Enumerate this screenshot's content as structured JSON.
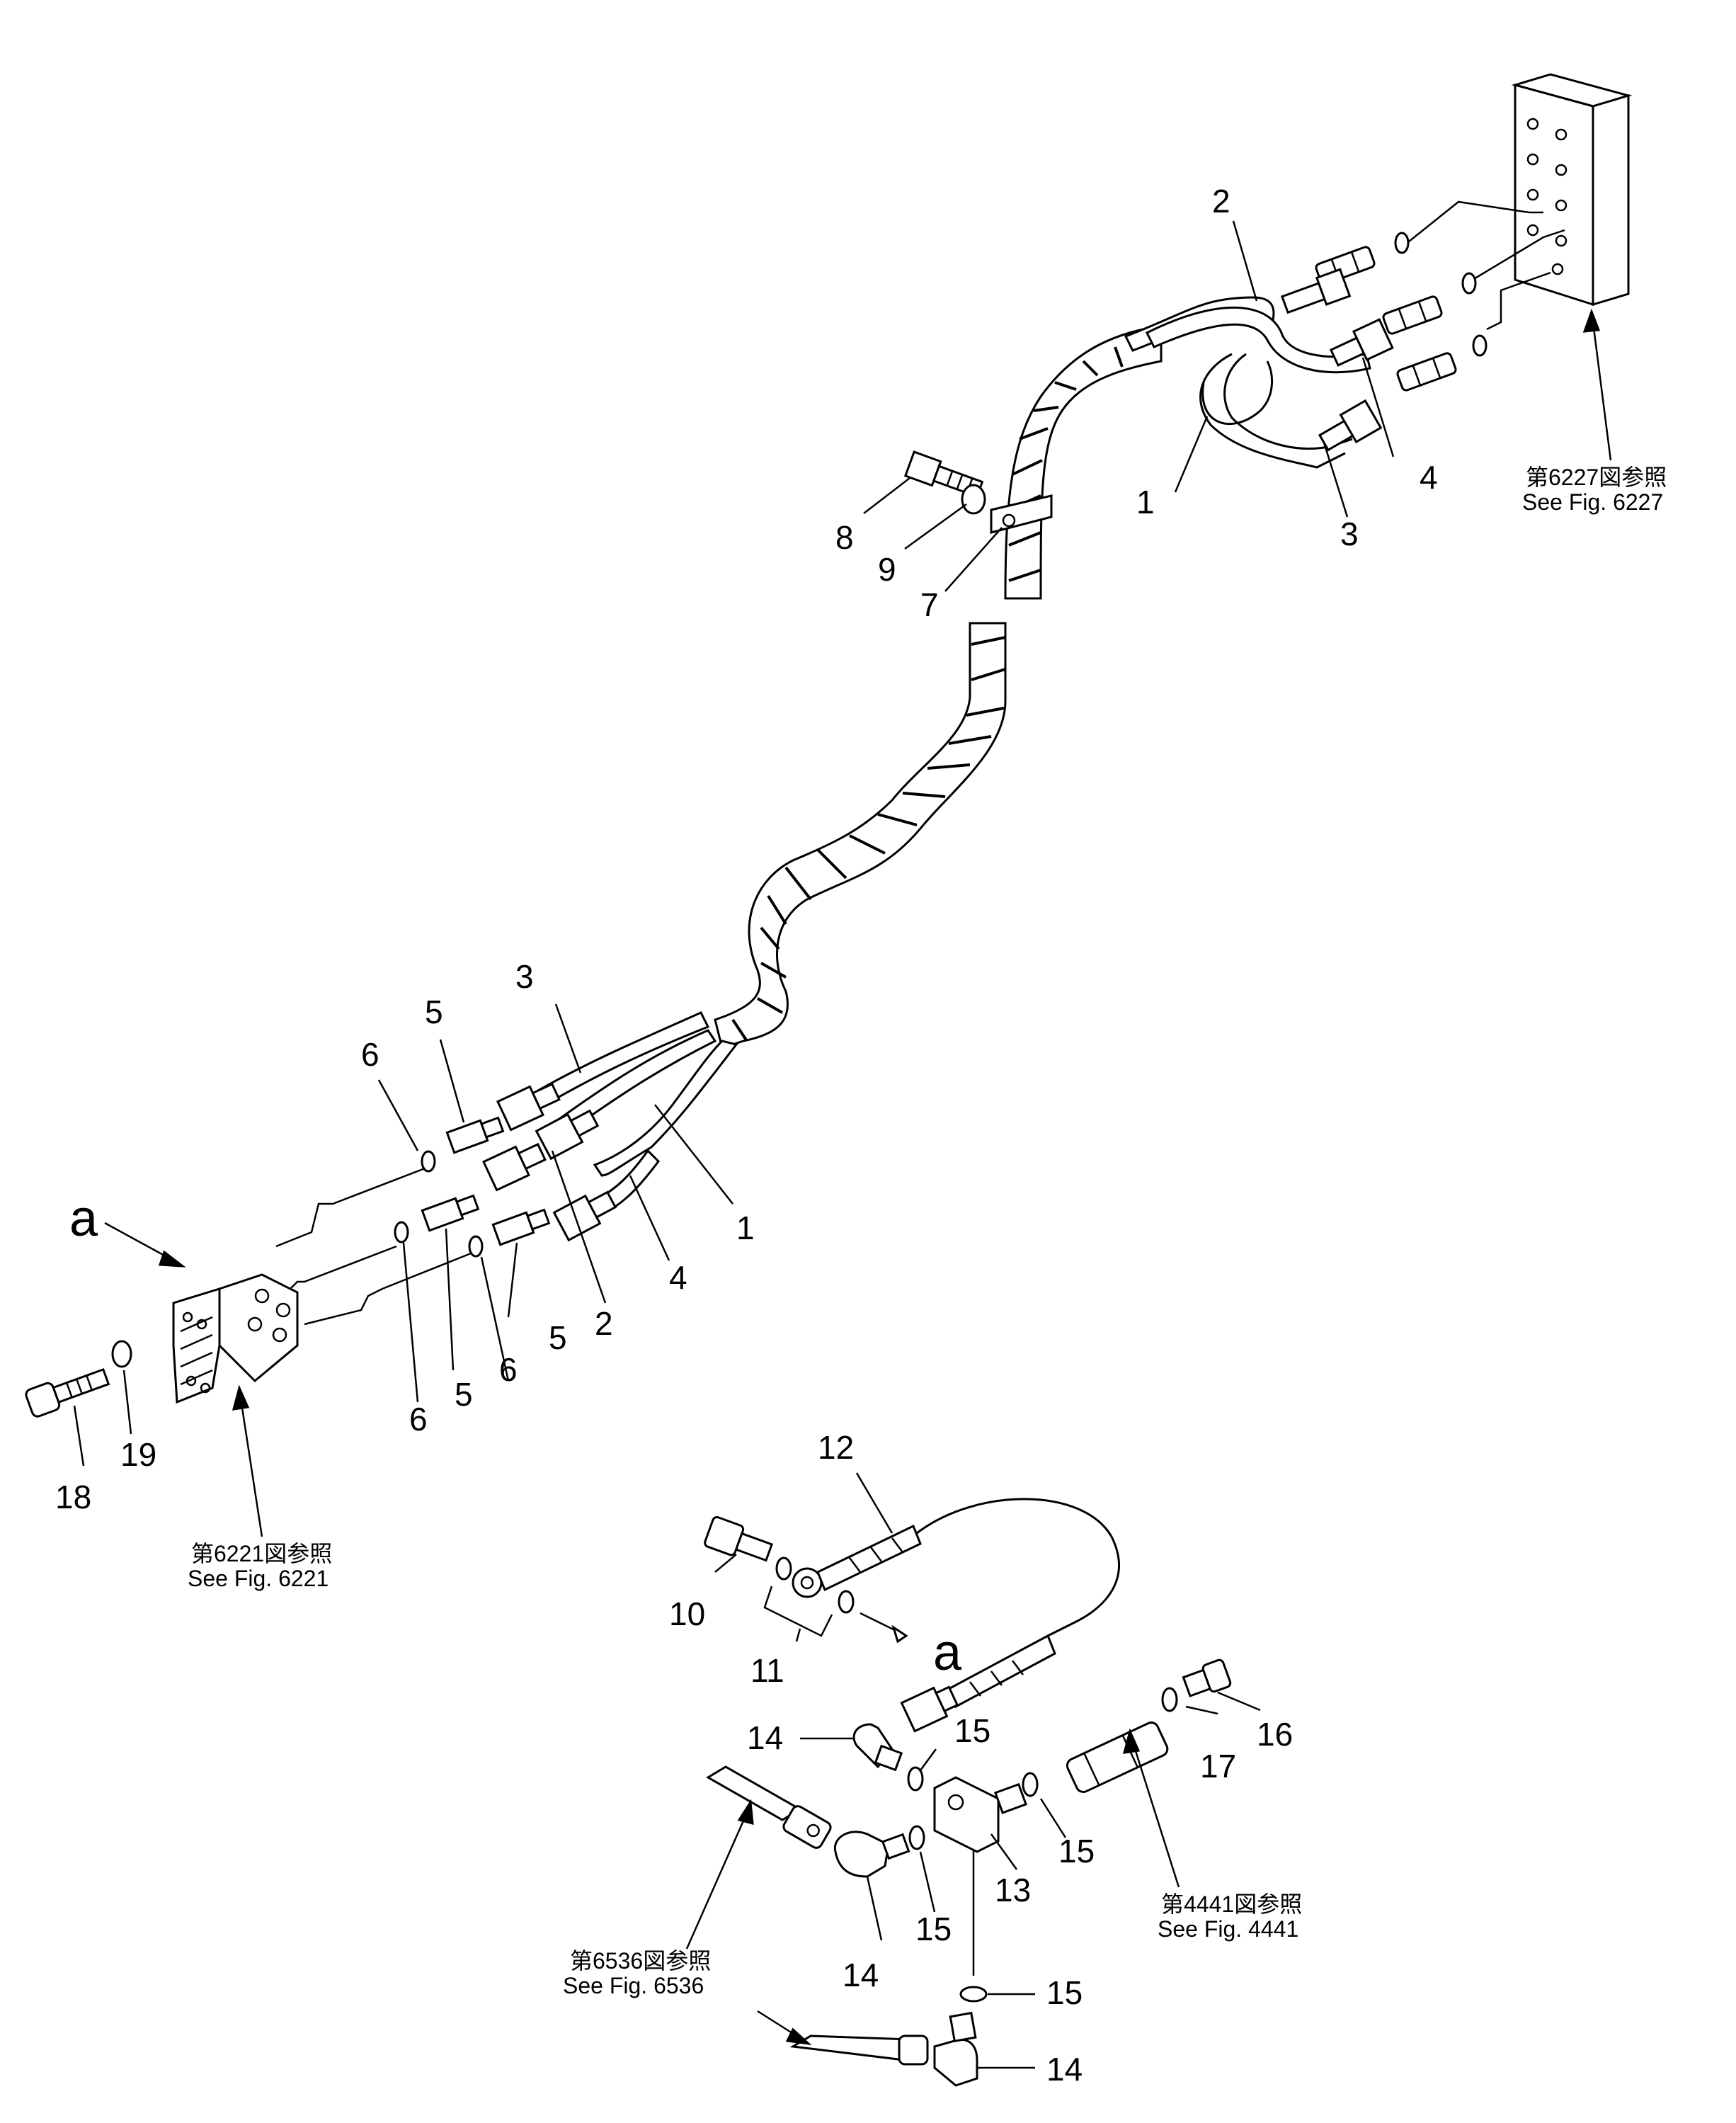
{
  "labels": {
    "l1a": "1",
    "l1b": "1",
    "l2a": "2",
    "l2b": "2",
    "l3a": "3",
    "l3b": "3",
    "l4a": "4",
    "l4b": "4",
    "l5a": "5",
    "l5b": "5",
    "l5c": "5",
    "l6a": "6",
    "l6b": "6",
    "l6c": "6",
    "l7": "7",
    "l8": "8",
    "l9": "9",
    "l10": "10",
    "l11": "11",
    "l12": "12",
    "l13": "13",
    "l14a": "14",
    "l14b": "14",
    "l14c": "14",
    "l15a": "15",
    "l15b": "15",
    "l15c": "15",
    "l15d": "15",
    "l16": "16",
    "l17": "17",
    "l18": "18",
    "l19": "19",
    "la1": "a",
    "la2": "a"
  },
  "references": {
    "fig6227_jp": "第6227図参照",
    "fig6227_en": "See Fig. 6227",
    "fig6221_jp": "第6221図参照",
    "fig6221_en": "See Fig. 6221",
    "fig4441_jp": "第4441図参照",
    "fig4441_en": "See Fig. 4441",
    "fig6536_jp": "第6536図参照",
    "fig6536_en": "See Fig. 6536"
  }
}
